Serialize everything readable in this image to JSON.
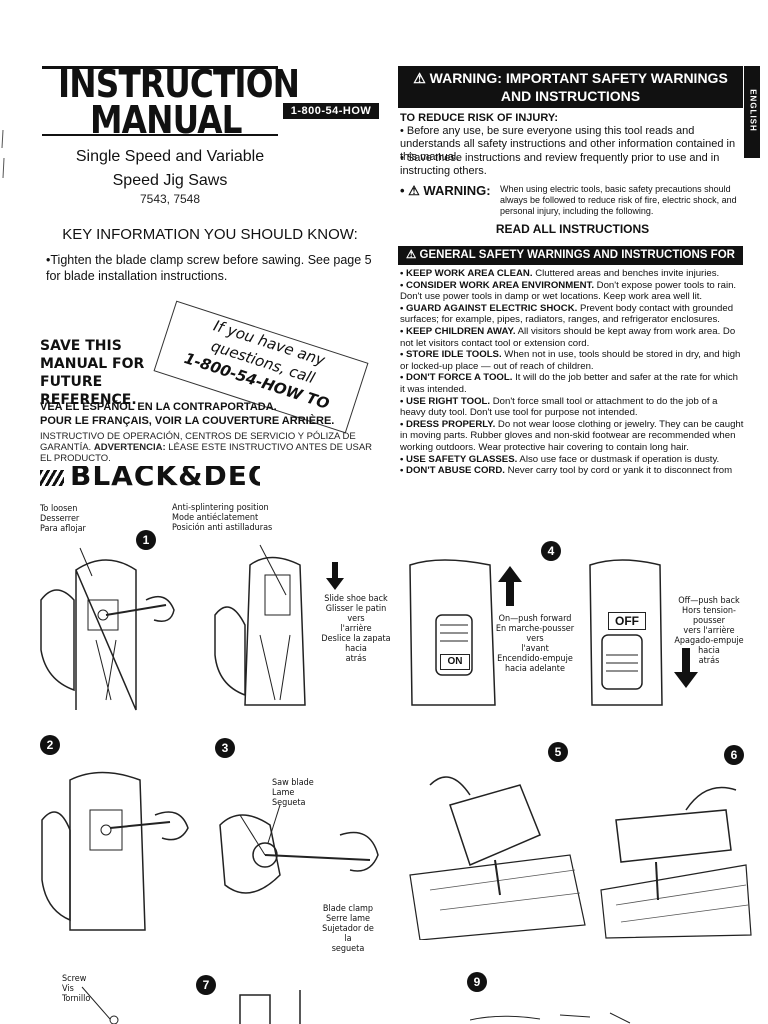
{
  "cover": {
    "title_line1": "INSTRUCTION",
    "title_line2": "MANUAL",
    "phone_badge": "1-800-54-HOW TO",
    "subtitle_line1": "Single Speed and Variable",
    "subtitle_line2": "Speed Jig Saws",
    "models": "7543, 7548",
    "key_heading": "KEY INFORMATION YOU SHOULD KNOW:",
    "key_bullet": "•Tighten the blade clamp screw before sawing. See page 5 for blade installation instructions.",
    "save_line1": "SAVE THIS",
    "save_line2": "MANUAL FOR",
    "save_line3": "FUTURE REFERENCE.",
    "note_line1": "If you have any questions, call",
    "note_line2": "1-800-54-HOW TO",
    "spanish_line1": "VEA EL ESPAÑOL EN LA CONTRAPORTADA.",
    "spanish_line2": "POUR LE FRANÇAIS, VOIR LA COUVERTURE ARRIÈRE.",
    "spanish_line3a": "INSTRUCTIVO DE OPERACIÓN, CENTROS DE SERVICIO Y PÓLIZA DE GARANTÍA.",
    "spanish_line3b": "ADVERTENCIA:",
    "spanish_line3c": "LÉASE ESTE INSTRUCTIVO ANTES DE USAR EL PRODUCTO.",
    "brand": "BLACK&DECKER"
  },
  "safety": {
    "warning_title_1": "⚠ WARNING: IMPORTANT SAFETY WARNINGS",
    "warning_title_2": "AND INSTRUCTIONS",
    "english_tab": "ENGLISH",
    "risk_heading": "TO REDUCE RISK OF INJURY:",
    "risk_bullet_1": "• Before any use, be sure everyone using this tool reads and understands all safety instructions and other information contained in this manual.",
    "risk_bullet_2": "• Save these instructions and review frequently prior to use and in instructing others.",
    "warn_word": "• ⚠ WARNING:",
    "warn_small": "When using electric tools, basic safety precautions should always be followed to reduce risk of fire, electric shock, and personal injury, including the following.",
    "read_all": "READ ALL INSTRUCTIONS",
    "general_title": "⚠ GENERAL SAFETY WARNINGS AND INSTRUCTIONS FOR ALL TOOLS",
    "rules": [
      {
        "head": "• KEEP WORK AREA CLEAN.",
        "body": " Cluttered areas and benches invite injuries."
      },
      {
        "head": "• CONSIDER WORK AREA ENVIRONMENT.",
        "body": " Don't expose power tools to rain. Don't use power tools in damp or wet locations. Keep work area well lit."
      },
      {
        "head": "• GUARD AGAINST ELECTRIC SHOCK.",
        "body": " Prevent body contact with grounded surfaces; for example, pipes, radiators, ranges, and refrigerator enclosures."
      },
      {
        "head": "• KEEP CHILDREN AWAY.",
        "body": " All visitors should be kept away from work area. Do not let visitors contact tool or extension cord."
      },
      {
        "head": "• STORE IDLE TOOLS.",
        "body": " When not in use, tools should be stored in dry, and high or locked-up place — out of reach of children."
      },
      {
        "head": "• DON'T FORCE A TOOL.",
        "body": " It will do the job better and safer at the rate for which it was intended."
      },
      {
        "head": "• USE RIGHT TOOL.",
        "body": " Don't force small tool or attachment to do the job of a heavy duty tool. Don't use tool for purpose not intended."
      },
      {
        "head": "• DRESS PROPERLY.",
        "body": " Do not wear loose clothing or jewelry. They can be caught in moving parts. Rubber gloves and non-skid footwear are recommended when working outdoors. Wear protective hair covering to contain long hair."
      },
      {
        "head": "• USE SAFETY GLASSES.",
        "body": " Also use face or dustmask if operation is dusty."
      },
      {
        "head": "• DON'T ABUSE CORD.",
        "body": " Never carry tool by cord or yank it to disconnect from"
      }
    ]
  },
  "figures": {
    "loosen": [
      "To loosen",
      "Desserrer",
      "Para aflojar"
    ],
    "anti": [
      "Anti-splintering position",
      "Mode antiéclatement",
      "Posición anti astilladuras"
    ],
    "slide": [
      "Slide shoe back",
      "Glisser le patin vers",
      "l'arrière",
      "Deslice la zapata hacia",
      "atrás"
    ],
    "on_label": [
      "On—push forward",
      "En marche-pousser vers",
      "l'avant",
      "Encendido-empuje",
      "hacia adelante"
    ],
    "off_label": [
      "Off—push back",
      "Hors tension-pousser",
      "vers l'arrière",
      "Apagado-empuje hacia",
      "atrás"
    ],
    "saw_blade": [
      "Saw blade",
      "Lame",
      "Segueta"
    ],
    "blade_clamp": [
      "Blade clamp",
      "Serre lame",
      "Sujetador de la",
      "segueta"
    ],
    "screw": [
      "Screw",
      "Vis",
      "Tornillo"
    ],
    "switch_on": "ON",
    "switch_off": "OFF",
    "steps": [
      "1",
      "2",
      "3",
      "4",
      "5",
      "6",
      "7",
      "9"
    ]
  }
}
